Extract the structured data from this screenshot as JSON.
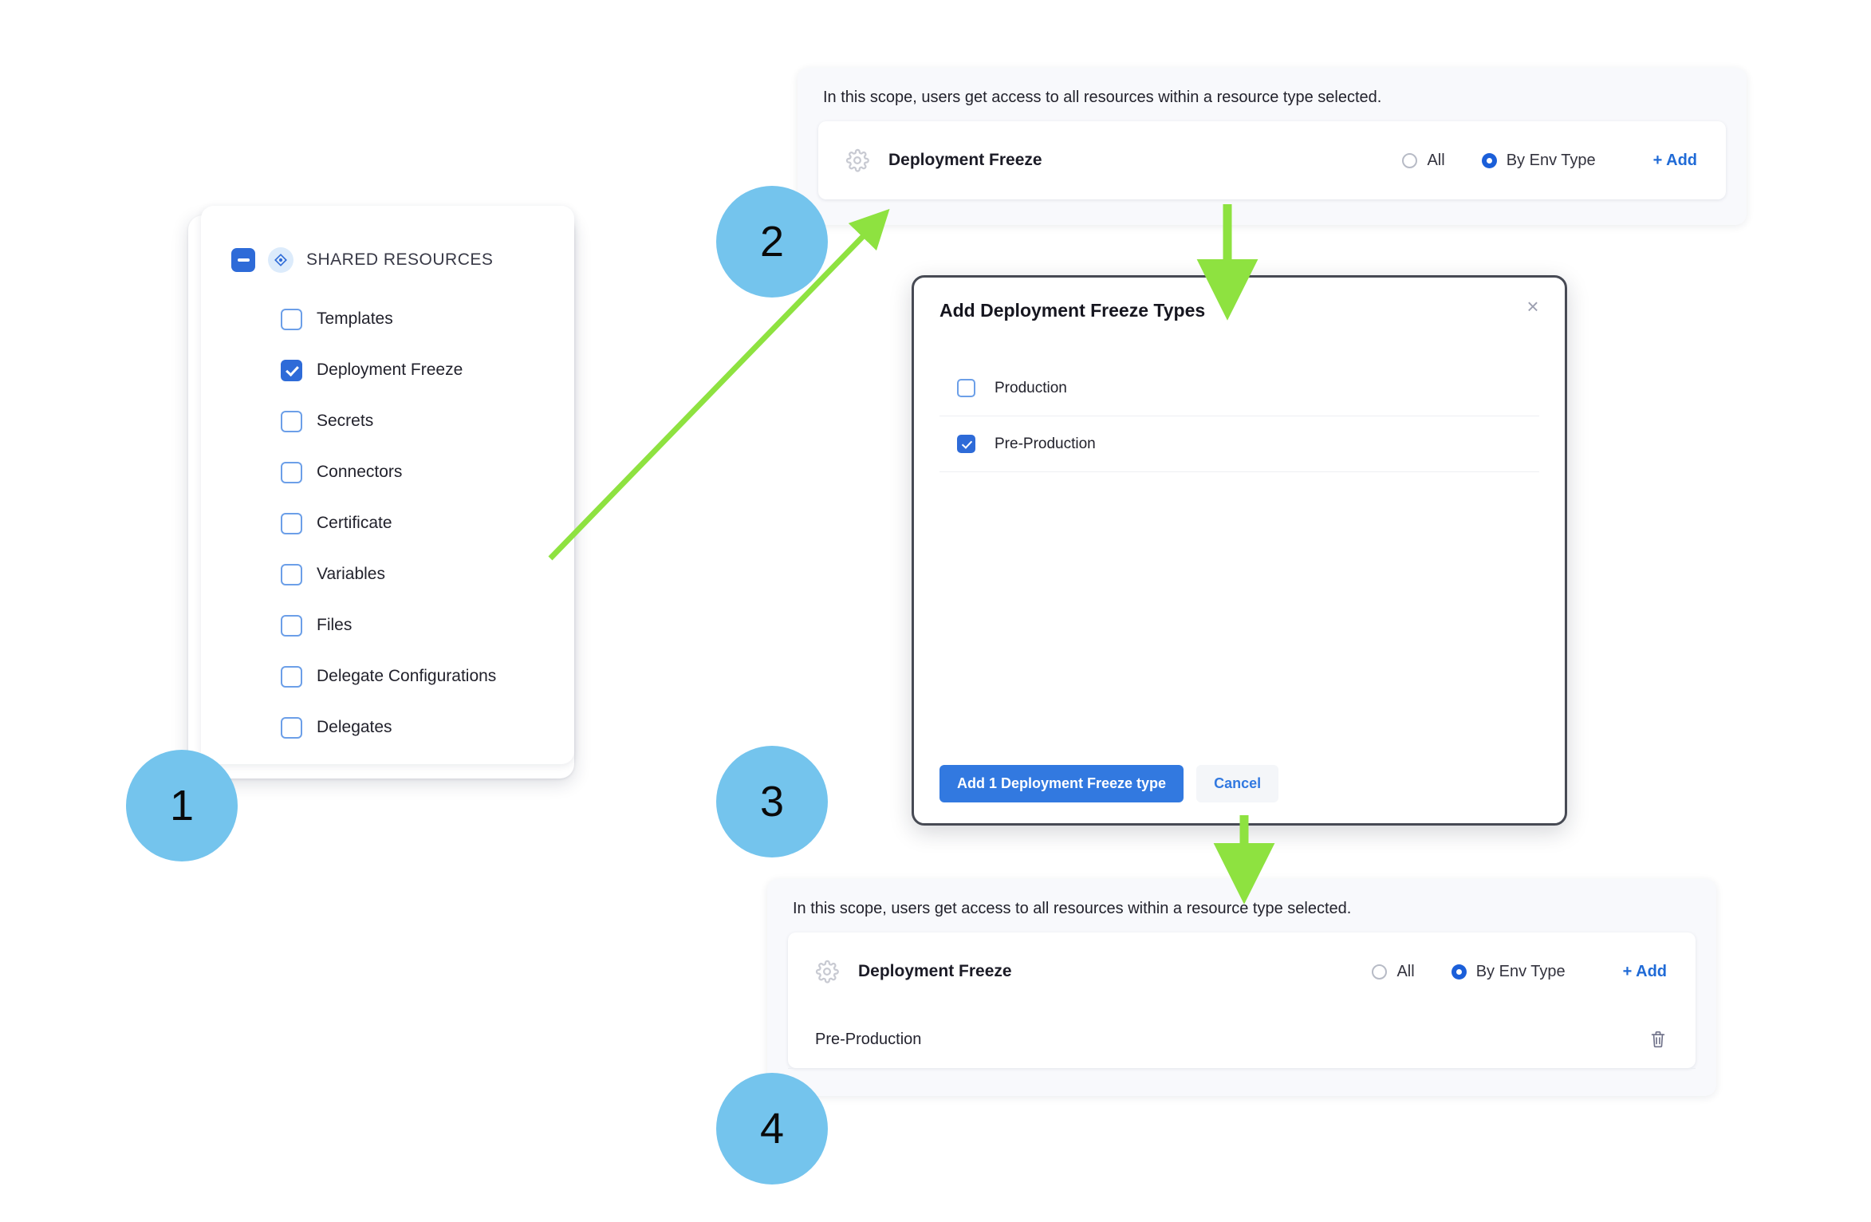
{
  "steps": [
    {
      "number": "1"
    },
    {
      "number": "2"
    },
    {
      "number": "3"
    },
    {
      "number": "4"
    }
  ],
  "colors": {
    "step_circle": "#74C4ED",
    "arrow": "#8EE240",
    "primary_blue": "#2E6BD8",
    "link_blue": "#1F6AD6",
    "modal_border": "#474A54",
    "card_bg": "#F8F9FC"
  },
  "resource_panel": {
    "header": {
      "title": "SHARED RESOURCES",
      "checkbox_state": "indeterminate",
      "glyph": "resource-diamond-icon"
    },
    "items": [
      {
        "label": "Templates",
        "checked": false
      },
      {
        "label": "Deployment Freeze",
        "checked": true
      },
      {
        "label": "Secrets",
        "checked": false
      },
      {
        "label": "Connectors",
        "checked": false
      },
      {
        "label": "Certificate",
        "checked": false
      },
      {
        "label": "Variables",
        "checked": false
      },
      {
        "label": "Files",
        "checked": false
      },
      {
        "label": "Delegate Configurations",
        "checked": false
      },
      {
        "label": "Delegates",
        "checked": false
      }
    ]
  },
  "scope_card_top": {
    "note": "In this scope, users get access to all resources within a resource type selected.",
    "resource_type": "Deployment Freeze",
    "gear_icon": "gear-icon",
    "radio_options": [
      {
        "label": "All",
        "selected": false
      },
      {
        "label": "By Env Type",
        "selected": true
      }
    ],
    "add_label": "+ Add"
  },
  "modal": {
    "title": "Add Deployment Freeze Types",
    "close_icon": "close-icon",
    "options": [
      {
        "label": "Production",
        "checked": false
      },
      {
        "label": "Pre-Production",
        "checked": true
      }
    ],
    "primary_button": "Add 1 Deployment Freeze type",
    "secondary_button": "Cancel"
  },
  "scope_card_bottom": {
    "note": "In this scope, users get access to all resources within a resource type selected.",
    "resource_type": "Deployment Freeze",
    "gear_icon": "gear-icon",
    "radio_options": [
      {
        "label": "All",
        "selected": false
      },
      {
        "label": "By Env Type",
        "selected": true
      }
    ],
    "add_label": "+ Add",
    "selected_items": [
      {
        "label": "Pre-Production",
        "delete_icon": "trash-icon"
      }
    ]
  }
}
